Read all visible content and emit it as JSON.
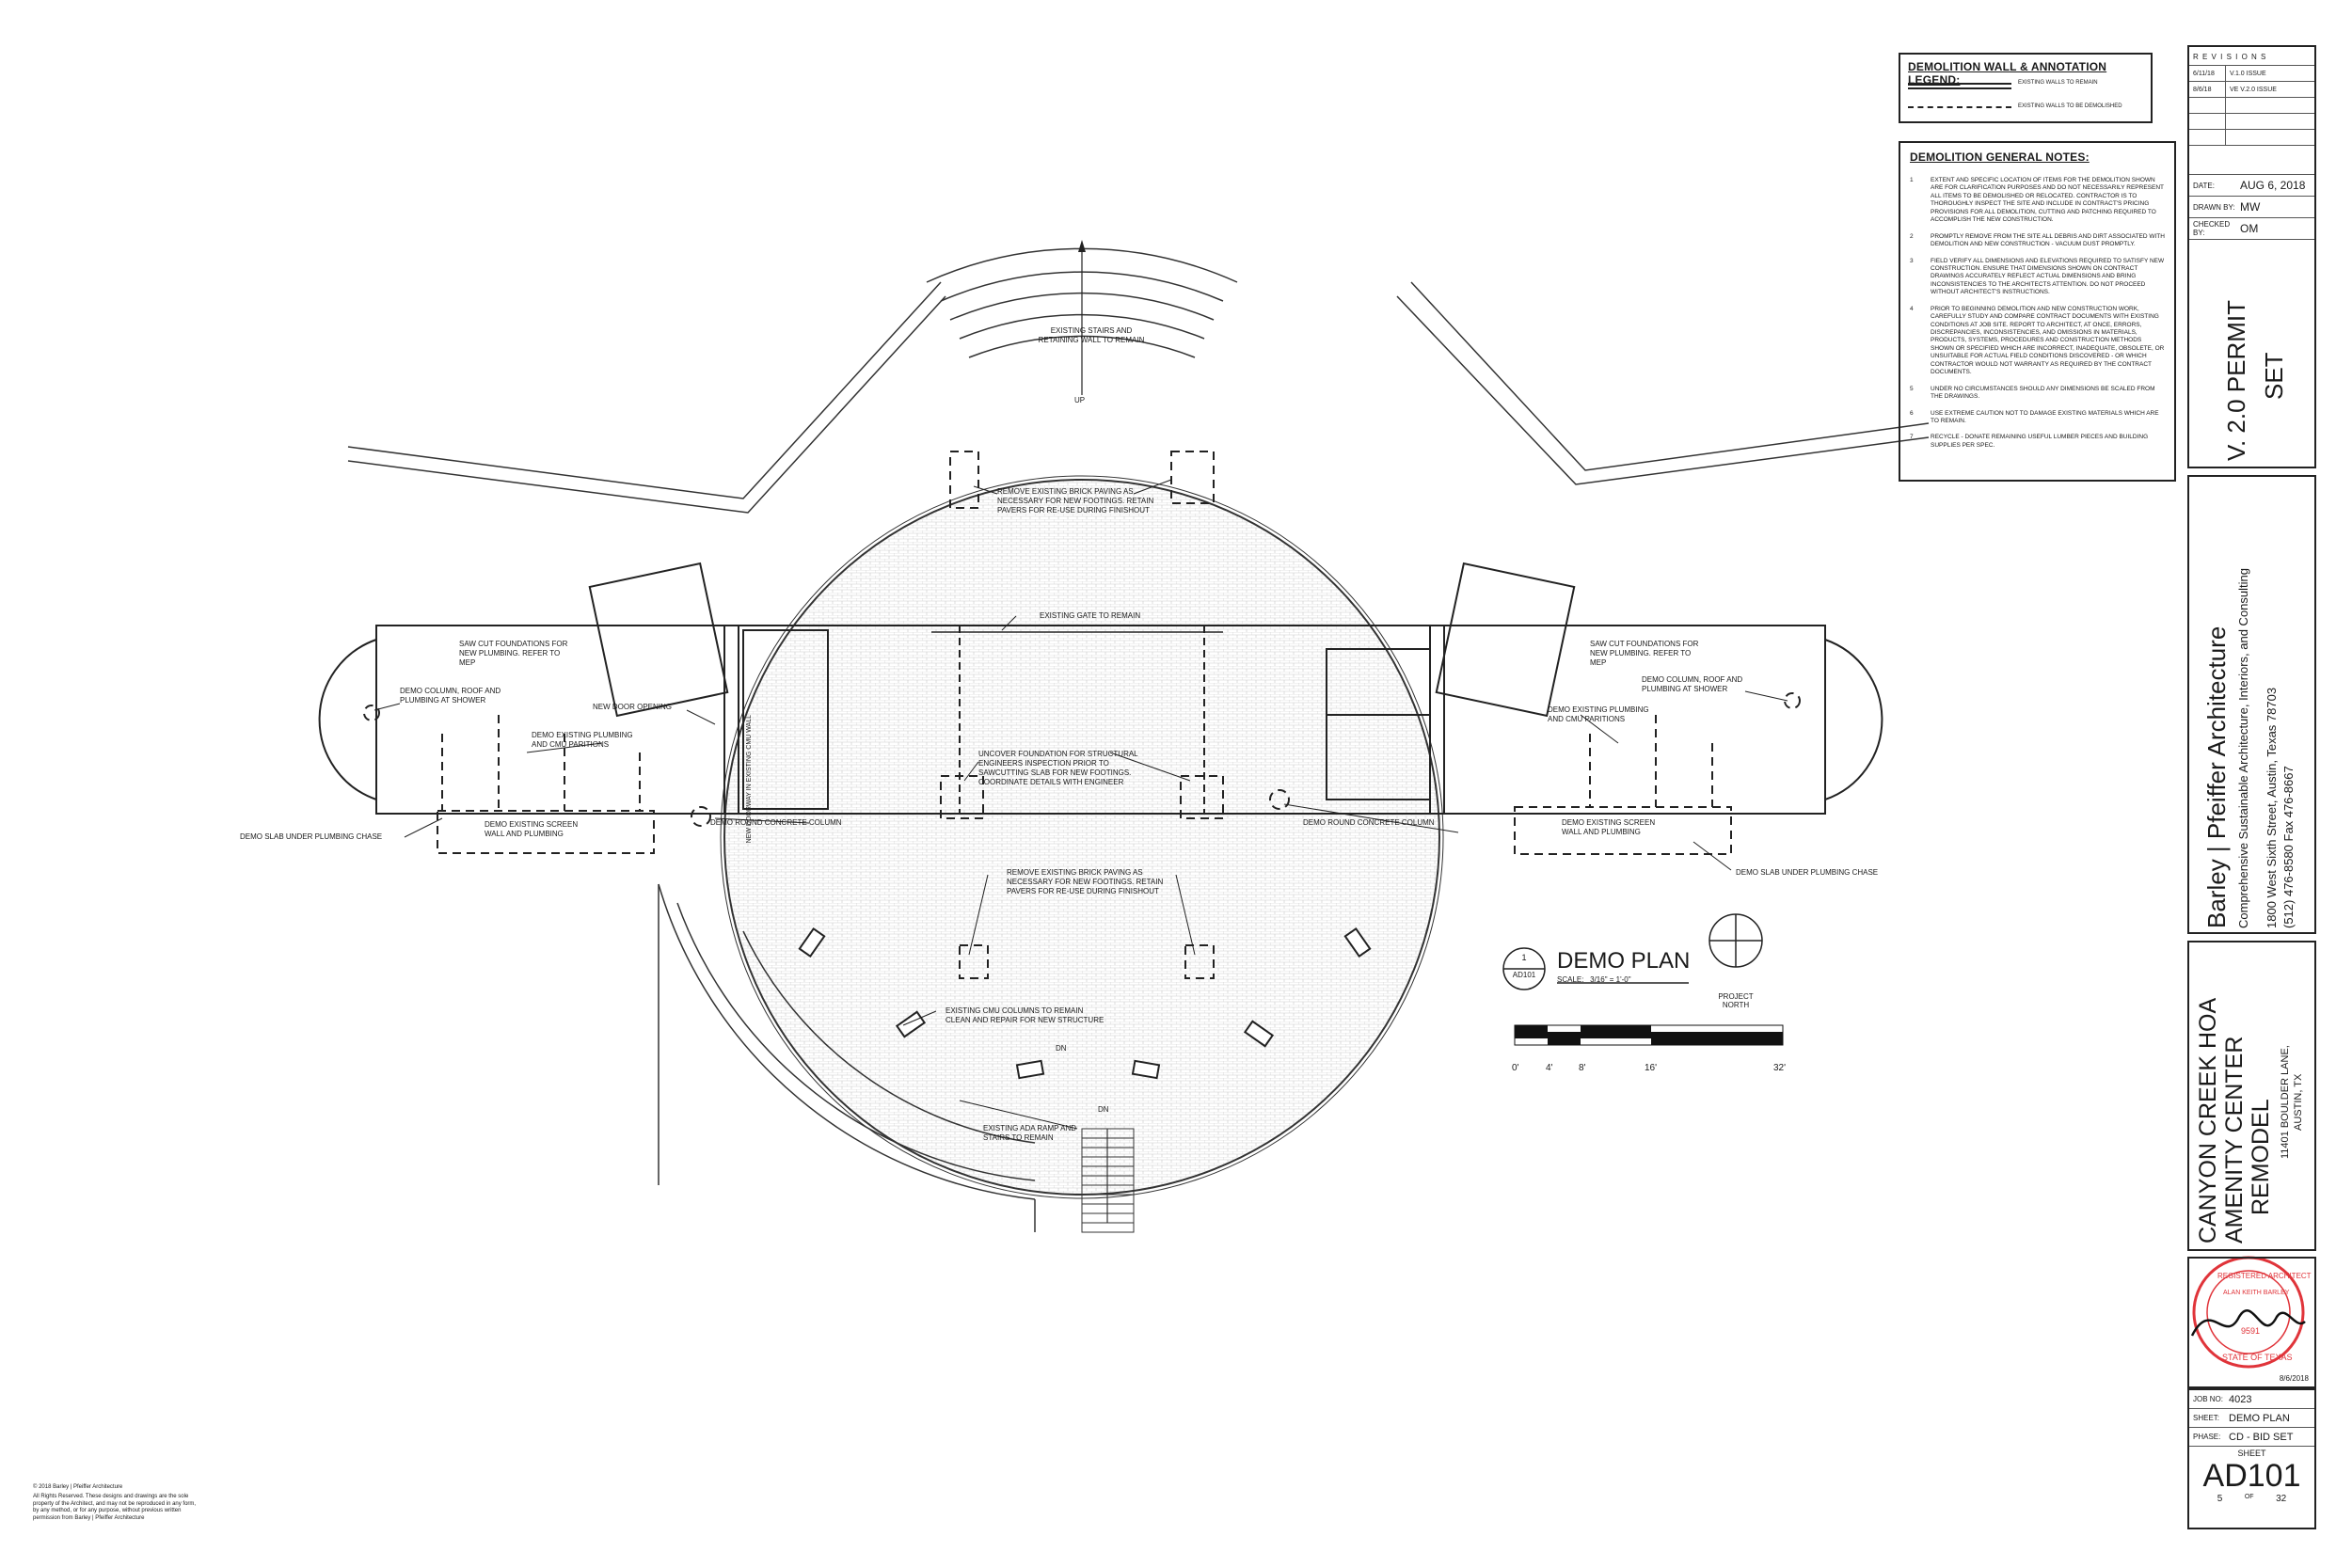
{
  "legend": {
    "title": "DEMOLITION WALL & ANNOTATION LEGEND:",
    "items": [
      "EXISTING WALLS TO REMAIN",
      "EXISTING WALLS TO BE DEMOLISHED"
    ]
  },
  "notes": {
    "title": "DEMOLITION GENERAL NOTES:",
    "items": [
      {
        "num": "1",
        "text": "EXTENT AND SPECIFIC LOCATION OF ITEMS FOR THE DEMOLITION SHOWN ARE FOR CLARIFICATION PURPOSES AND DO NOT NECESSARILY REPRESENT ALL ITEMS TO BE DEMOLISHED OR RELOCATED. CONTRACTOR IS TO THOROUGHLY INSPECT THE SITE AND INCLUDE IN CONTRACT'S PRICING PROVISIONS FOR ALL DEMOLITION, CUTTING AND PATCHING REQUIRED TO ACCOMPLISH THE NEW CONSTRUCTION."
      },
      {
        "num": "2",
        "text": "PROMPTLY REMOVE FROM THE SITE ALL DEBRIS AND DIRT ASSOCIATED WITH DEMOLITION AND NEW CONSTRUCTION - VACUUM DUST PROMPTLY."
      },
      {
        "num": "3",
        "text": "FIELD VERIFY ALL DIMENSIONS AND ELEVATIONS REQUIRED TO SATISFY NEW CONSTRUCTION. ENSURE THAT DIMENSIONS SHOWN ON CONTRACT DRAWINGS ACCURATELY REFLECT ACTUAL DIMENSIONS AND BRING INCONSISTENCIES TO THE ARCHITECTS ATTENTION. DO NOT PROCEED WITHOUT ARCHITECT'S INSTRUCTIONS."
      },
      {
        "num": "4",
        "text": "PRIOR TO BEGINNING DEMOLITION AND NEW CONSTRUCTION WORK, CAREFULLY STUDY AND COMPARE CONTRACT DOCUMENTS WITH EXISTING CONDITIONS AT JOB SITE. REPORT TO ARCHITECT, AT ONCE, ERRORS, DISCREPANCIES, INCONSISTENCIES, AND OMISSIONS IN MATERIALS, PRODUCTS, SYSTEMS, PROCEDURES AND CONSTRUCTION METHODS SHOWN OR SPECIFIED WHICH ARE INCORRECT, INADEQUATE, OBSOLETE, OR UNSUITABLE FOR ACTUAL FIELD CONDITIONS DISCOVERED - OR WHICH CONTRACTOR WOULD NOT WARRANTY AS REQUIRED BY THE CONTRACT DOCUMENTS."
      },
      {
        "num": "5",
        "text": "UNDER NO CIRCUMSTANCES SHOULD ANY DIMENSIONS BE SCALED FROM THE DRAWINGS."
      },
      {
        "num": "6",
        "text": "USE EXTREME CAUTION NOT TO DAMAGE EXISTING MATERIALS WHICH ARE TO REMAIN."
      },
      {
        "num": "7",
        "text": "RECYCLE - DONATE REMAINING USEFUL LUMBER PIECES AND BUILDING SUPPLIES PER SPEC."
      }
    ]
  },
  "revisions": {
    "title": "R E V I S I O N S",
    "rows": [
      {
        "date": "6/11/18",
        "desc": "V.1.0 ISSUE"
      },
      {
        "date": "8/6/18",
        "desc": "VE V.2.0 ISSUE"
      }
    ]
  },
  "meta": {
    "date_label": "DATE:",
    "date": "AUG 6, 2018",
    "drawn_label": "DRAWN BY:",
    "drawn": "MW",
    "checked_label": "CHECKED BY:",
    "checked": "OM",
    "set_line1": "V. 2.0 PERMIT",
    "set_line2": "SET"
  },
  "firm": {
    "name": "Barley | Pfeiffer Architecture",
    "tagline": "Comprehensive Sustainable Architecture, Interiors, and Consulting",
    "address": "1800 West Sixth Street, Austin, Texas 78703",
    "phone": "(512) 476-8580  Fax 476-8667"
  },
  "project": {
    "line1": "CANYON CREEK HOA",
    "line2": "AMENITY CENTER",
    "line3": "REMODEL",
    "addr1": "11401 BOULDER LANE,",
    "addr2": "AUSTIN, TX"
  },
  "stamp": {
    "top": "REGISTERED ARCHITECT",
    "name": "ALAN KEITH BARLEY",
    "number": "9591",
    "bottom": "STATE OF TEXAS",
    "date": "8/6/2018"
  },
  "sheet_info": {
    "job_label": "JOB NO:",
    "job": "4023",
    "sheet_label": "SHEET:",
    "sheet": "DEMO PLAN",
    "phase_label": "PHASE:",
    "phase": "CD - BID SET",
    "sheet_caption": "SHEET",
    "number": "AD101",
    "page": "5",
    "of": "OF",
    "total": "32"
  },
  "title_block": {
    "circle_num": "1",
    "circle_ref": "AD101",
    "title": "DEMO PLAN",
    "scale": "SCALE:   3/16\" = 1'-0\"",
    "north_label": "PROJECT NORTH",
    "scale_ticks": [
      "0'",
      "4'",
      "8'",
      "16'",
      "32'"
    ]
  },
  "annotations": {
    "stairs": "EXISTING STAIRS AND RETAINING WALL TO REMAIN",
    "up": "UP",
    "remove_brick_top": "REMOVE EXISTING BRICK PAVING AS NECESSARY FOR NEW FOOTINGS. RETAIN PAVERS FOR RE-USE DURING FINISHOUT",
    "gate": "EXISTING GATE TO REMAIN",
    "saw_cut_left": "SAW CUT FOUNDATIONS FOR NEW PLUMBING. REFER TO MEP",
    "saw_cut_right": "SAW CUT FOUNDATIONS FOR NEW PLUMBING. REFER TO MEP",
    "demo_column_left": "DEMO COLUMN, ROOF AND PLUMBING AT SHOWER",
    "demo_column_right": "DEMO COLUMN, ROOF AND PLUMBING AT SHOWER",
    "new_door": "NEW DOOR OPENING",
    "new_doorway": "NEW DOORWAY IN EXISTING CMU WALL",
    "demo_plumbing_left": "DEMO EXISTING PLUMBING AND CMU PARITIONS",
    "demo_plumbing_right": "DEMO EXISTING PLUMBING AND CMU PARITIONS",
    "uncover": "UNCOVER FOUNDATION FOR STRUCTURAL ENGINEERS INSPECTION PRIOR TO SAWCUTTING SLAB FOR NEW FOOTINGS. COORDINATE DETAILS WITH ENGINEER",
    "demo_screen_left": "DEMO EXISTING SCREEN WALL AND PLUMBING",
    "demo_screen_right": "DEMO EXISTING SCREEN WALL AND PLUMBING",
    "demo_slab_left": "DEMO SLAB UNDER PLUMBING CHASE",
    "demo_slab_right": "DEMO SLAB UNDER PLUMBING CHASE",
    "round_col_left": "DEMO ROUND CONCRETE COLUMN",
    "round_col_right": "DEMO ROUND CONCRETE COLUMN",
    "remove_brick_bottom": "REMOVE EXISTING BRICK PAVING AS NECESSARY FOR NEW FOOTINGS. RETAIN PAVERS FOR RE-USE DURING FINISHOUT",
    "cmu_columns": "EXISTING CMU COLUMNS TO REMAIN CLEAN AND REPAIR FOR NEW STRUCTURE",
    "dn1": "DN",
    "dn2": "DN",
    "ada_ramp": "EXISTING ADA RAMP AND STAIRS TO REMAIN"
  },
  "copyright": {
    "line1": "© 2018  Barley | Pfeiffer Architecture",
    "line2": "All Rights Reserved.  These designs and drawings are the sole property of the Architect, and may not be reproduced in any form, by any method, or for any purpose, without previous written permission from Barley | Pfeiffer Architecture"
  }
}
